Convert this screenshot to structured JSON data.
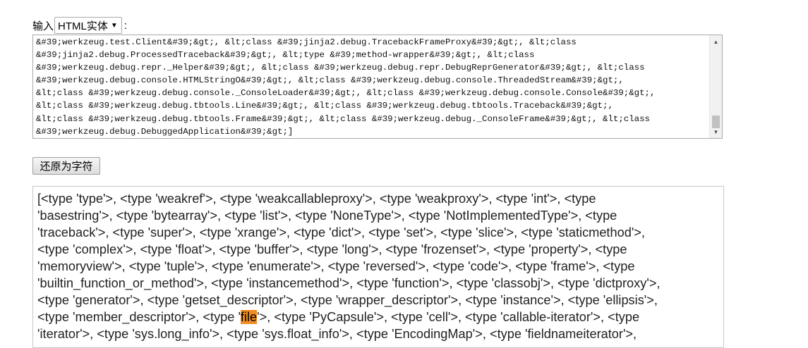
{
  "input_row": {
    "label": "输入",
    "select_value": "HTML实体",
    "colon": ":"
  },
  "encoded_box": {
    "lines": [
      "&#39;werkzeug.test.Client&#39;&gt;, &lt;class &#39;jinja2.debug.TracebackFrameProxy&#39;&gt;, &lt;class",
      "&#39;jinja2.debug.ProcessedTraceback&#39;&gt;, &lt;type &#39;method-wrapper&#39;&gt;, &lt;class",
      "&#39;werkzeug.debug.repr._Helper&#39;&gt;, &lt;class &#39;werkzeug.debug.repr.DebugReprGenerator&#39;&gt;, &lt;class",
      "&#39;werkzeug.debug.console.HTMLStringO&#39;&gt;, &lt;class &#39;werkzeug.debug.console.ThreadedStream&#39;&gt;,",
      "&lt;class &#39;werkzeug.debug.console._ConsoleLoader&#39;&gt;, &lt;class &#39;werkzeug.debug.console.Console&#39;&gt;,",
      "&lt;class &#39;werkzeug.debug.tbtools.Line&#39;&gt;, &lt;class &#39;werkzeug.debug.tbtools.Traceback&#39;&gt;,",
      "&lt;class &#39;werkzeug.debug.tbtools.Frame&#39;&gt;, &lt;class &#39;werkzeug.debug._ConsoleFrame&#39;&gt;, &lt;class",
      "&#39;werkzeug.debug.DebuggedApplication&#39;&gt;]"
    ]
  },
  "restore_button": {
    "label": "还原为字符"
  },
  "decoded_box": {
    "lines": [
      "[<type 'type'>, <type 'weakref'>, <type 'weakcallableproxy'>, <type 'weakproxy'>, <type 'int'>, <type",
      "'basestring'>, <type 'bytearray'>, <type 'list'>, <type 'NoneType'>, <type 'NotImplementedType'>, <type",
      "'traceback'>, <type 'super'>, <type 'xrange'>, <type 'dict'>, <type 'set'>, <type 'slice'>, <type 'staticmethod'>,",
      "<type 'complex'>, <type 'float'>, <type 'buffer'>, <type 'long'>, <type 'frozenset'>, <type 'property'>, <type",
      "'memoryview'>, <type 'tuple'>, <type 'enumerate'>, <type 'reversed'>, <type 'code'>, <type 'frame'>, <type",
      "'builtin_function_or_method'>, <type 'instancemethod'>, <type 'function'>, <type 'classobj'>, <type 'dictproxy'>,",
      "<type 'generator'>, <type 'getset_descriptor'>, <type 'wrapper_descriptor'>, <type 'instance'>, <type 'ellipsis'>,"
    ],
    "highlight_line": {
      "before": "<type 'member_descriptor'>, <type '",
      "highlight": "file",
      "after": "'>, <type 'PyCapsule'>, <type 'cell'>, <type 'callable-iterator'>, <type"
    },
    "partial_line": "'iterator'>, <type 'sys.long_info'>, <type 'sys.float_info'>, <type 'EncodingMap'>, <type 'fieldnameiterator'>,"
  },
  "colors": {
    "highlight": "#f08c21"
  }
}
